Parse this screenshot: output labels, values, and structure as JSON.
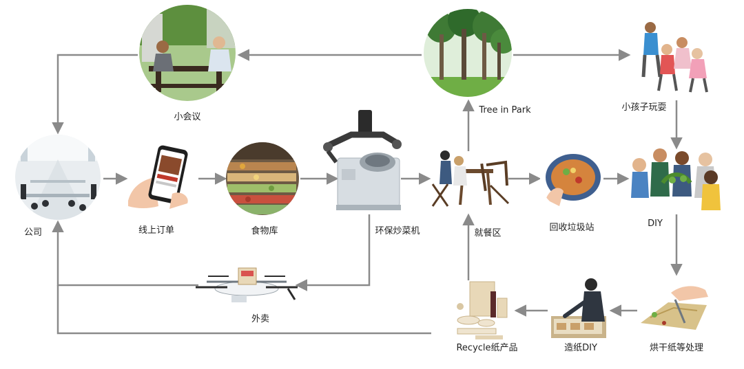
{
  "nodes": {
    "office": {
      "label": "公司",
      "icon": "office-interior-icon"
    },
    "online_order": {
      "label": "线上订单",
      "icon": "phone-order-icon"
    },
    "food_store": {
      "label": "食物库",
      "icon": "food-market-icon"
    },
    "cooking_robot": {
      "label": "环保炒菜机",
      "icon": "cooking-robot-icon"
    },
    "dining_area": {
      "label": "就餐区",
      "icon": "dining-table-icon"
    },
    "recycle_station": {
      "label": "回收垃圾站",
      "icon": "food-bowl-icon"
    },
    "diy": {
      "label": "DIY",
      "icon": "kids-diy-icon"
    },
    "small_meeting": {
      "label": "小会议",
      "icon": "outdoor-meeting-icon"
    },
    "tree_in_park": {
      "label": "Tree in Park",
      "icon": "park-trees-icon"
    },
    "kids_play": {
      "label": "小孩子玩耍",
      "icon": "kids-playing-icon"
    },
    "takeout": {
      "label": "外卖",
      "icon": "delivery-drone-icon"
    },
    "drying_paper": {
      "label": "烘干纸等处理",
      "icon": "drying-paper-icon"
    },
    "paper_diy": {
      "label": "造纸DIY",
      "icon": "papermaking-icon"
    },
    "recycle_products": {
      "label": "Recycle纸产品",
      "icon": "paper-products-icon"
    }
  },
  "colors": {
    "arrow": "#8a8a8a",
    "label_text": "#222222",
    "grass": "#6fae45",
    "tree": "#3f7a35",
    "sky": "#dfeeda"
  }
}
